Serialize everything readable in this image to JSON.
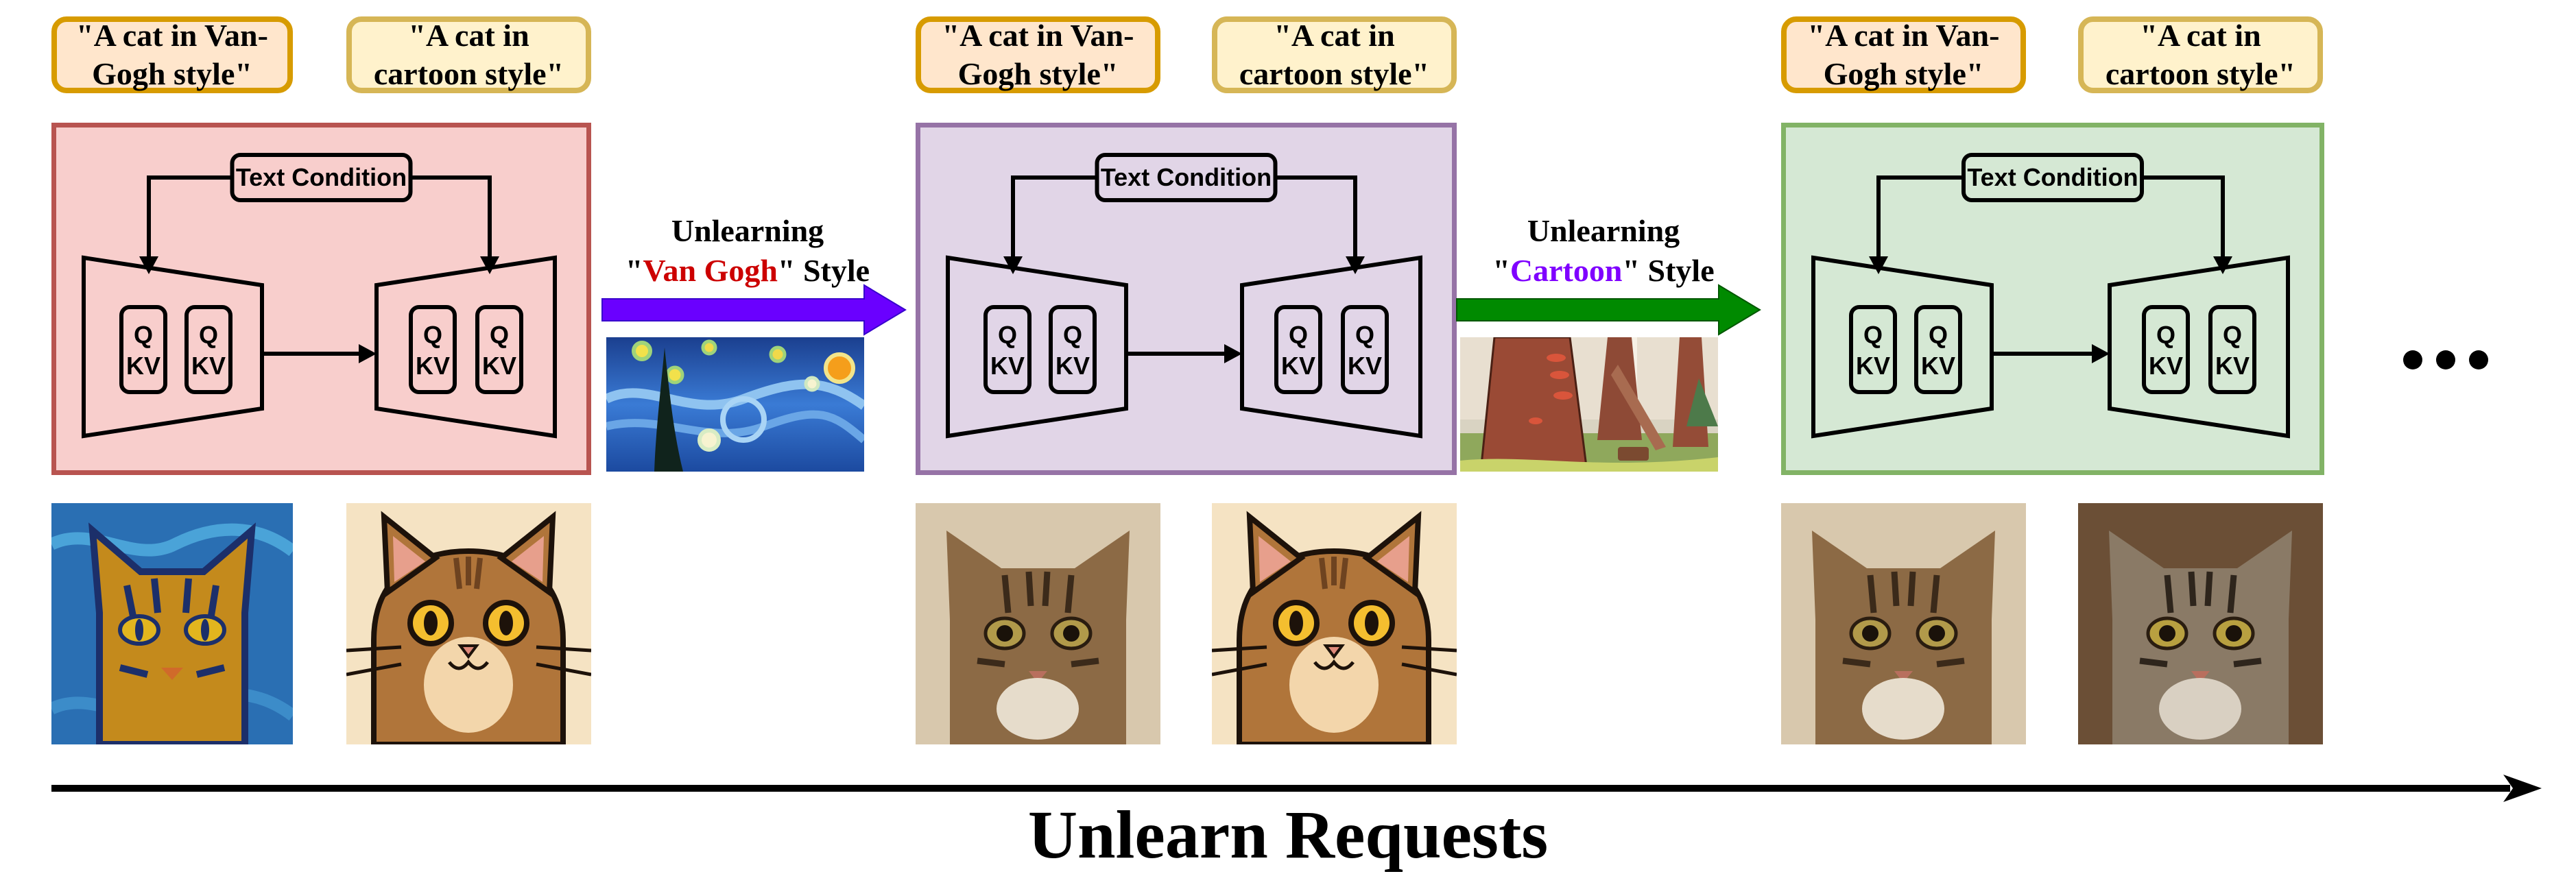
{
  "prompts": {
    "van_gogh": "\"A cat in Van-Gogh style\"",
    "cartoon": "\"A cat in cartoon style\""
  },
  "panels": [
    {
      "name": "model-original",
      "fill": "#f8cecc",
      "border": "#b85450",
      "text_condition": "Text Condition",
      "blocks": [
        "Q KV",
        "Q KV",
        "Q KV",
        "Q KV"
      ]
    },
    {
      "name": "model-after-van-gogh",
      "fill": "#e1d5e7",
      "border": "#9673a6",
      "text_condition": "Text Condition",
      "blocks": [
        "Q KV",
        "Q KV",
        "Q KV",
        "Q KV"
      ]
    },
    {
      "name": "model-after-cartoon",
      "fill": "#d5e8d4",
      "border": "#82b366",
      "text_condition": "Text Condition",
      "blocks": [
        "Q KV",
        "Q KV",
        "Q KV",
        "Q KV"
      ]
    }
  ],
  "block_labels": {
    "q": "Q",
    "kv": "KV"
  },
  "transitions": [
    {
      "line1": "Unlearning",
      "quote_open": "\"",
      "concept": "Van Gogh",
      "quote_close": "\"",
      "suffix": " Style",
      "concept_color": "#cc0000",
      "arrow_color": "#6a00ff",
      "image": "starry-night-painting"
    },
    {
      "line1": "Unlearning",
      "quote_open": "\"",
      "concept": "Cartoon",
      "quote_close": "\"",
      "suffix": " Style",
      "concept_color": "#7f00ff",
      "arrow_color": "#008a00",
      "image": "cartoon-forest-illustration"
    }
  ],
  "outputs": [
    {
      "vangogh_prompt_result": "van-gogh-style-cat",
      "cartoon_prompt_result": "cartoon-style-cat"
    },
    {
      "vangogh_prompt_result": "realistic-cat",
      "cartoon_prompt_result": "cartoon-style-cat"
    },
    {
      "vangogh_prompt_result": "realistic-cat",
      "cartoon_prompt_result": "realistic-cat"
    }
  ],
  "continuation": "ellipsis-icon",
  "axis": {
    "label": "Unlearn Requests"
  }
}
